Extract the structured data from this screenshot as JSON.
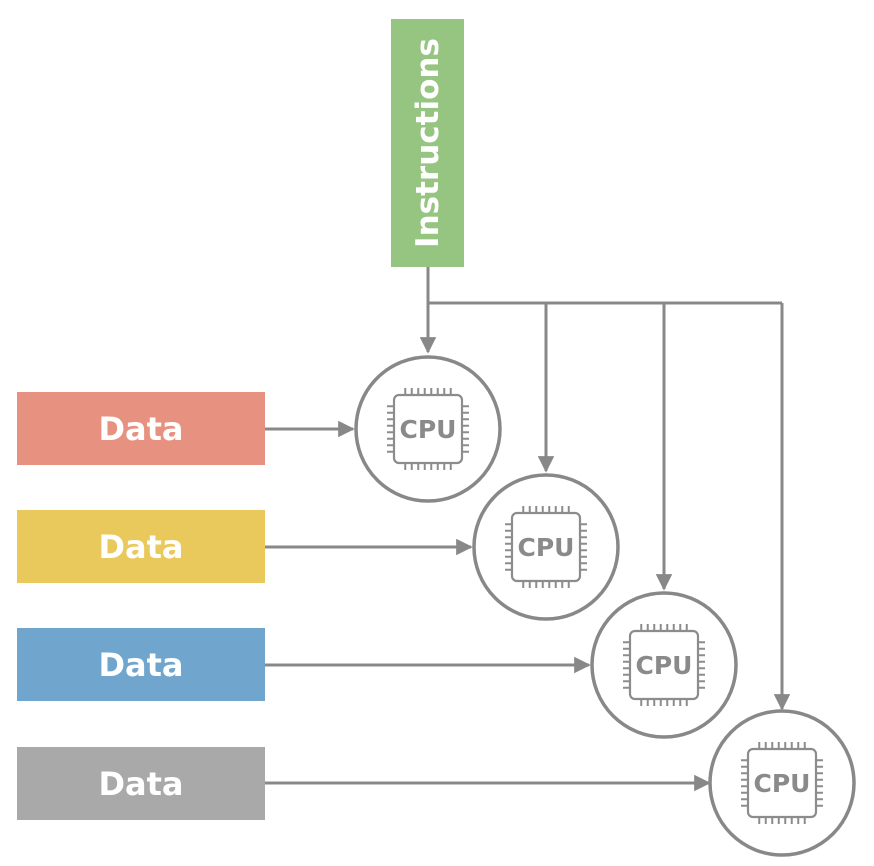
{
  "instructions": {
    "label": "Instructions",
    "color": "#96c481"
  },
  "data_blocks": [
    {
      "label": "Data",
      "color": "#e79281"
    },
    {
      "label": "Data",
      "color": "#eac95c"
    },
    {
      "label": "Data",
      "color": "#70a6ce"
    },
    {
      "label": "Data",
      "color": "#a9a9a9"
    }
  ],
  "cpus": [
    {
      "label": "CPU"
    },
    {
      "label": "CPU"
    },
    {
      "label": "CPU"
    },
    {
      "label": "CPU"
    }
  ],
  "colors": {
    "line": "#888888",
    "chip": "#8c8c8c"
  }
}
